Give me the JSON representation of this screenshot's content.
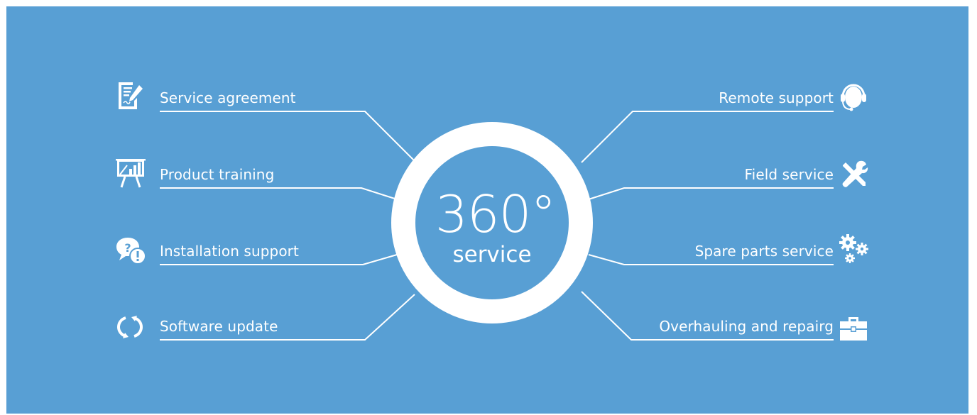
{
  "center": {
    "number": "360°",
    "label": "service"
  },
  "left_items": [
    {
      "label": "Service agreement",
      "icon": "contract-icon"
    },
    {
      "label": "Product training",
      "icon": "presentation-board-icon"
    },
    {
      "label": "Installation support",
      "icon": "chat-question-icon"
    },
    {
      "label": "Software update",
      "icon": "refresh-icon"
    }
  ],
  "right_items": [
    {
      "label": "Remote support",
      "icon": "headset-icon"
    },
    {
      "label": "Field service",
      "icon": "tools-icon"
    },
    {
      "label": "Spare parts service",
      "icon": "gears-icon"
    },
    {
      "label": "Overhauling and repairg",
      "icon": "toolbox-icon"
    }
  ],
  "colors": {
    "background": "#589fd4",
    "foreground": "#ffffff"
  }
}
